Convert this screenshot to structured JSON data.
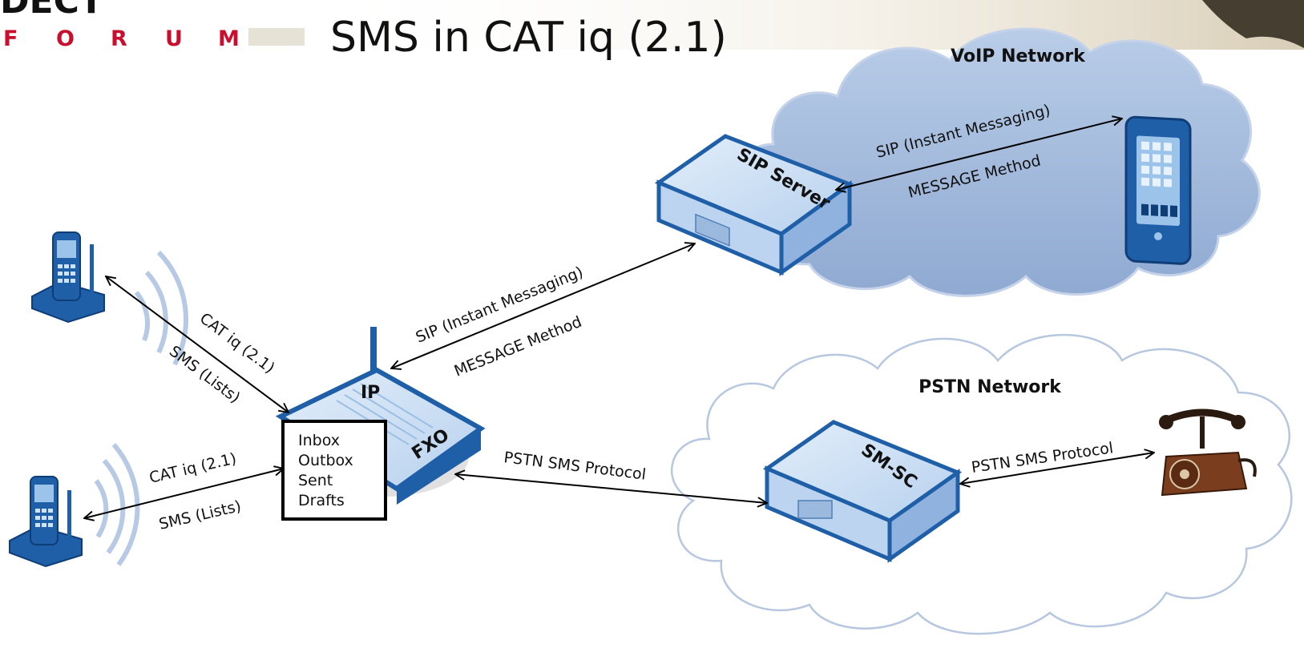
{
  "header": {
    "logo_top": "DECT",
    "logo_letters": [
      "F",
      "O",
      "R",
      "U",
      "M"
    ],
    "title": "SMS in CAT iq (2.1)"
  },
  "clouds": {
    "voip_label": "VoIP Network",
    "pstn_label": "PSTN Network"
  },
  "devices": {
    "sip_server_label": "SIP Server",
    "smsc_label": "SM-SC",
    "router_ip_label": "IP",
    "router_fxo_label": "FXO"
  },
  "mailbox": {
    "items": [
      "Inbox",
      "Outbox",
      "Sent",
      "Drafts"
    ]
  },
  "links": {
    "phone_sip_top": "SIP (Instant Messaging)",
    "phone_sip_bottom": "MESSAGE Method",
    "router_sip_top": "SIP (Instant Messaging)",
    "router_sip_bottom": "MESSAGE Method",
    "handset1_top": "CAT iq (2.1)",
    "handset1_bottom": "SMS (Lists)",
    "handset2_top": "CAT iq (2.1)",
    "handset2_bottom": "SMS (Lists)",
    "router_smsc": "PSTN SMS Protocol",
    "smsc_phone": "PSTN SMS Protocol"
  },
  "colors": {
    "logo_red": "#c8102e",
    "device_blue": "#1f5fa8",
    "device_light": "#cfe3f6",
    "voip_cloud": "#9fb7d9",
    "pstn_cloud": "#ffffff"
  }
}
